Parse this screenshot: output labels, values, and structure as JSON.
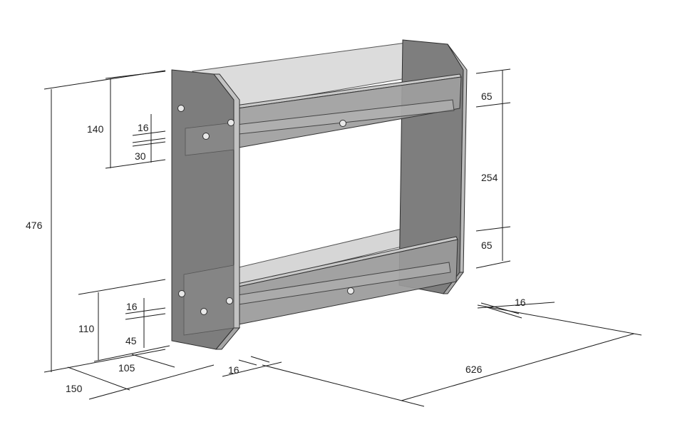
{
  "colors": {
    "panel_dark": "#808080",
    "panel_mid": "#9a9a9a",
    "panel_edge": "#c4c4c4",
    "glass": "#d8d8d8",
    "screw": "#e8e8e8",
    "line": "#1a1a1a"
  },
  "dimensions": {
    "height_total": "476",
    "top_opening": "140",
    "top_rail_thickness": "16",
    "top_rail_height": "30",
    "bottom_opening": "110",
    "bottom_rail_thickness": "16",
    "bottom_rail_height": "45",
    "bottom_step": "105",
    "depth": "150",
    "side_thickness": "16",
    "width": "626",
    "right_top": "65",
    "right_middle": "254",
    "right_bottom": "65",
    "right_side_thickness": "16"
  }
}
